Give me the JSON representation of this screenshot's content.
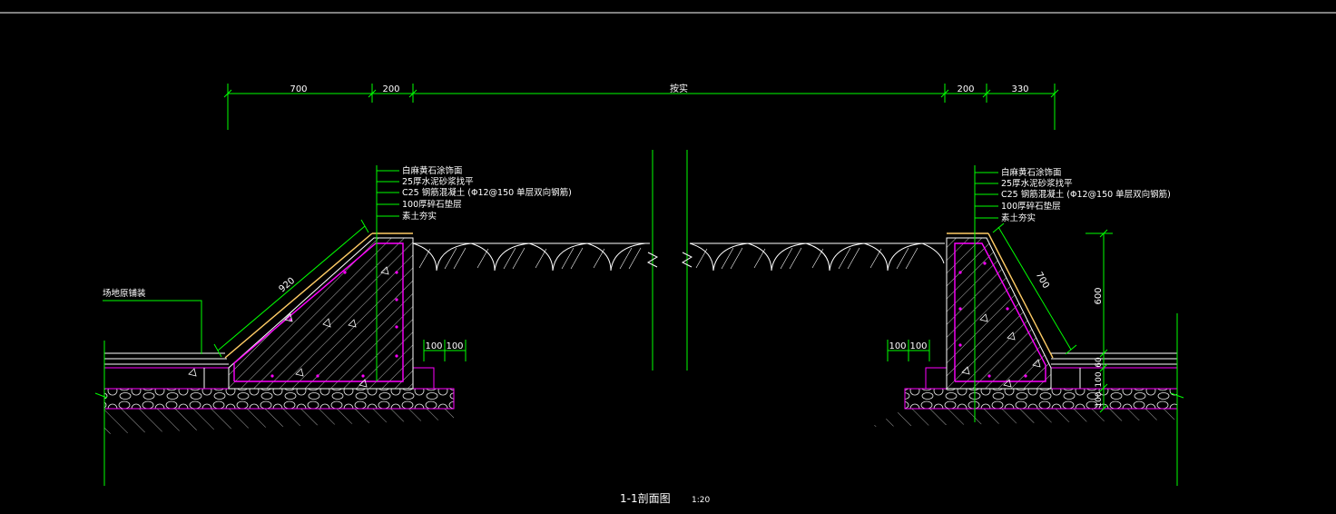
{
  "drawing": {
    "top_dimensions": [
      "700",
      "200",
      "按实",
      "200",
      "330"
    ],
    "left_slope_length": "920",
    "right_slope_length": "700",
    "left_spacing": [
      "100",
      "100"
    ],
    "right_spacing": [
      "100",
      "100"
    ],
    "right_height": "600",
    "right_bottom_dims": [
      "60",
      "100",
      "100"
    ],
    "left_callouts": [
      "白麻黄石涂饰面",
      "25厚水泥砂浆找平",
      "C25 钢筋混凝土 (Φ12@150 单层双向钢筋)",
      "100厚碎石垫层",
      "素土夯实"
    ],
    "right_callouts": [
      "白麻黄石涂饰面",
      "25厚水泥砂浆找平",
      "C25 钢筋混凝土 (Φ12@150 单层双向钢筋)",
      "100厚碎石垫层",
      "素土夯实"
    ],
    "site_label": "场地原铺装",
    "title": "1-1剖面图",
    "scale": "1:20"
  },
  "colors": {
    "background": "#000000",
    "dimension": "#00ff00",
    "section": "#ffffff",
    "rebar": "#ff00ff",
    "finish": "#ffcc66"
  }
}
